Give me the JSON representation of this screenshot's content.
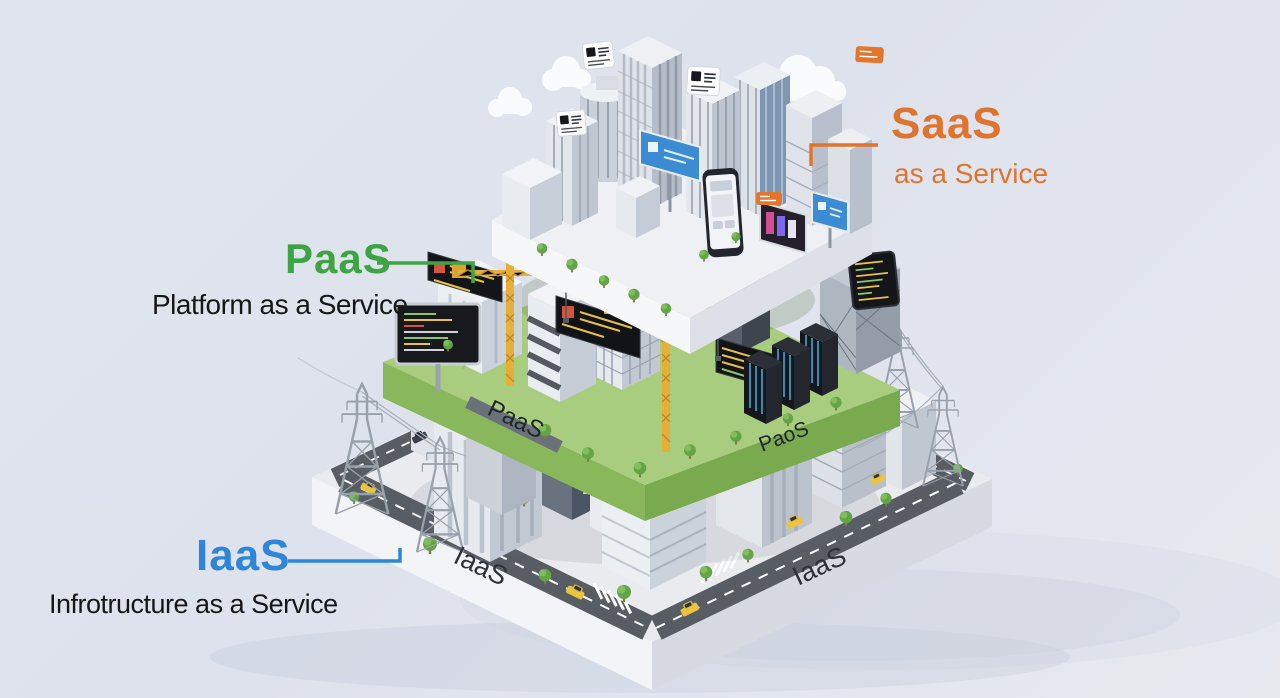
{
  "page": {
    "background": "#dfe3ed"
  },
  "labels": {
    "saas": {
      "title": "SaaS",
      "subtitle": "as a Service",
      "color": "#DF742E"
    },
    "paas": {
      "title": "PaaS",
      "subtitle": "Platform as a Service",
      "title_color": "#3CA442",
      "subtitle_color": "#161616"
    },
    "iaas": {
      "title": "IaaS",
      "subtitle": "Infrotructure as a Service",
      "title_color": "#2E86D8",
      "subtitle_color": "#161616"
    }
  },
  "platform_edge_labels": {
    "paas_front_left": "PaaS",
    "paas_front_right": "PaoS",
    "iaas_front_left": "IaaS",
    "iaas_front_right": "IaaS"
  },
  "illustration": {
    "style": "isometric 3D cloud-computing stack",
    "layers": [
      {
        "id": "saas",
        "platform_color": "#EEF0F3",
        "content": "white platform with skyscrapers, clouds, floating document cards and app billboards"
      },
      {
        "id": "paas",
        "platform_color": "#A9CD7E",
        "content": "green platform with buildings under construction, tower cranes, code billboards, monitor and server racks"
      },
      {
        "id": "iaas",
        "platform_color": "#ECEEF1",
        "content": "white base platform with office buildings, roads, yellow taxis and power transmission pylons"
      }
    ],
    "accent_colors": {
      "crane_yellow": "#E5AF38",
      "tree_green": "#63A447",
      "road_grey": "#585D63",
      "taxi_yellow": "#E9C53E",
      "screen_black": "#16181C",
      "code_green": "#8BC46A",
      "code_yellow": "#E3C24B",
      "code_red": "#D4543E",
      "billboard_blue": "#3F8FD6"
    }
  }
}
